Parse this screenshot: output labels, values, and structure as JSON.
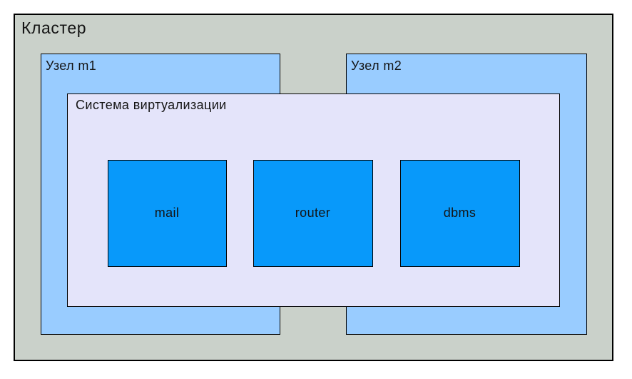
{
  "colors": {
    "cluster_fill": "#cad1ca",
    "node_fill": "#99ccff",
    "virt_fill": "#e4e4fa",
    "vm_fill": "#0899fa",
    "border": "#000000",
    "text": "#141414"
  },
  "diagram": {
    "cluster_label": "Кластер",
    "node1_label": "Узел m1",
    "node2_label": "Узел m2",
    "virtualization_label": "Система виртуализации",
    "vms": [
      {
        "label": "mail"
      },
      {
        "label": "router"
      },
      {
        "label": "dbms"
      }
    ]
  }
}
